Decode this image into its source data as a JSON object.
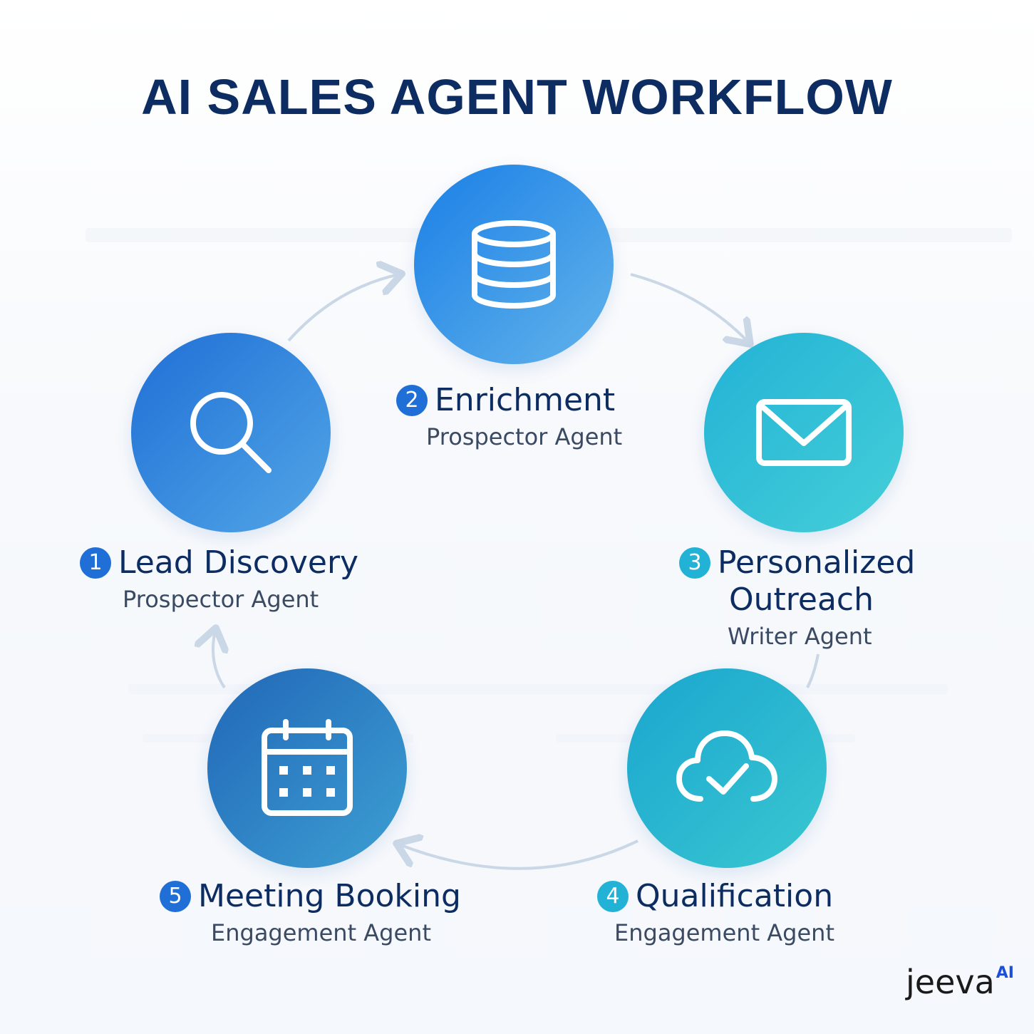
{
  "title": "AI SALES AGENT WORKFLOW",
  "colors": {
    "title": "#0d2d62",
    "arrow": "#c9d7e6",
    "step1": [
      "#1f6fd6",
      "#52a6e6"
    ],
    "step2": [
      "#1a7fe6",
      "#62b3ea"
    ],
    "step3": [
      "#22b2d6",
      "#45cfd8"
    ],
    "step4": [
      "#1aa6cf",
      "#3ac7d0"
    ],
    "step5": [
      "#2167b8",
      "#3d9fd2"
    ]
  },
  "steps": [
    {
      "number": "1",
      "title": "Lead Discovery",
      "agent": "Prospector Agent",
      "icon": "search-icon"
    },
    {
      "number": "2",
      "title": "Enrichment",
      "agent": "Prospector Agent",
      "icon": "database-icon"
    },
    {
      "number": "3",
      "title": "Personalized",
      "title_line2": "Outreach",
      "agent": "Writer Agent",
      "icon": "mail-icon"
    },
    {
      "number": "4",
      "title": "Qualification",
      "agent": "Engagement Agent",
      "icon": "cloud-check-icon"
    },
    {
      "number": "5",
      "title": "Meeting Booking",
      "agent": "Engagement Agent",
      "icon": "calendar-icon"
    }
  ],
  "logo": {
    "text": "jeeva",
    "superscript": "AI"
  }
}
